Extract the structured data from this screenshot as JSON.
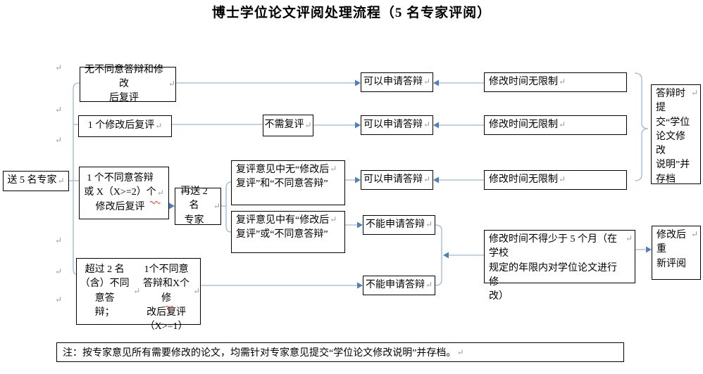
{
  "title": "博士学位论文评阅处理流程（5 名专家评阅）",
  "glyphs": {
    "pilcrow": "↵"
  },
  "colors": {
    "line": "#9fb6d4",
    "arrow": "#4e81bb",
    "border": "#000000",
    "squiggle": "#e03c31",
    "mark": "#8d99ad"
  },
  "nodes": {
    "start": {
      "label": "送 5 名专家"
    },
    "b1": {
      "label": "无不同意答辩和修改\n后复评"
    },
    "b2": {
      "label": "1 个修改后复评"
    },
    "b3": {
      "label": "1 个不同意答辩\n或 X（X>=2）个\n修改后复评"
    },
    "b4": {
      "label1": "超过 2 名（含）不同意答\n辩；",
      "label2": "\n1个不同意答辩和X个修\n改后复评（X>=1）"
    },
    "resend": {
      "label": "再送 2 名\n专家"
    },
    "noreview": {
      "label": "不需复评"
    },
    "g1": {
      "label": "复评意见中无“修改后\n复评”和“不同意答辩”"
    },
    "g2": {
      "label": "复评意见中有“修改后\n复评”或“不同意答辩”"
    },
    "c1": {
      "label": "可以申请答辩"
    },
    "c2": {
      "label": "可以申请答辩"
    },
    "c3": {
      "label": "可以申请答辩"
    },
    "h1": {
      "label": "不能申请答辩"
    },
    "h2": {
      "label": "不能申请答辩"
    },
    "d1": {
      "label": "修改时间无限制"
    },
    "d2": {
      "label": "修改时间无限制"
    },
    "d3": {
      "label": "修改时间无限制"
    },
    "min5": {
      "label": "修改时间不得少于 5 个月（在学校\n规定的年限内对学位论文进行修\n改）"
    },
    "archive": {
      "label": "答辩时提\n交“学位\n论文修改\n说明”并\n存档"
    },
    "rereview": {
      "label": "修改后重\n新评阅"
    }
  },
  "note": "注：按专家意见所有需要修改的论文，均需针对专家意见提交“学位论文修改说明”并存档。"
}
